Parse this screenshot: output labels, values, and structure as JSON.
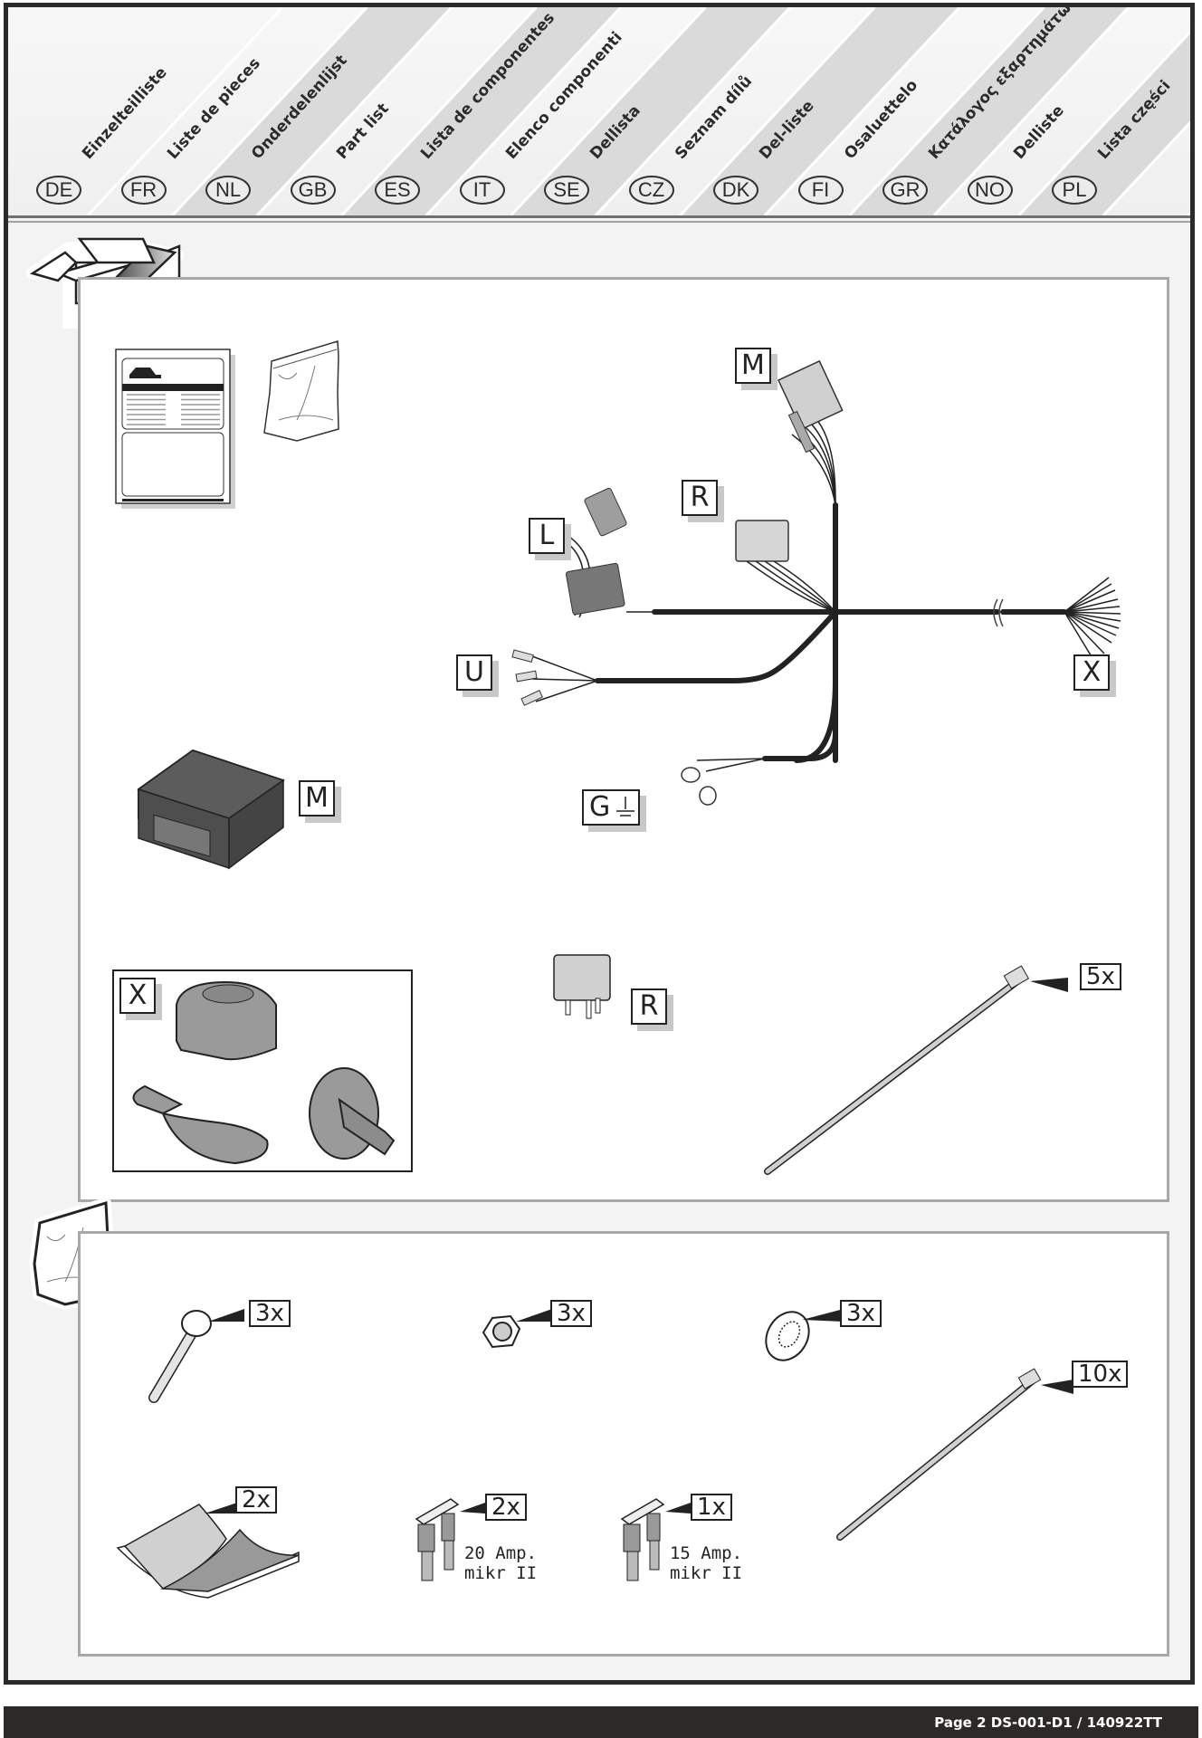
{
  "header": {
    "languages": [
      {
        "code": "DE",
        "label": "Einzelteilliste"
      },
      {
        "code": "FR",
        "label": "Liste de pieces"
      },
      {
        "code": "NL",
        "label": "Onderdelenlijst"
      },
      {
        "code": "GB",
        "label": "Part list"
      },
      {
        "code": "ES",
        "label": "Lista de componentes"
      },
      {
        "code": "IT",
        "label": "Elenco componenti"
      },
      {
        "code": "SE",
        "label": "Dellista"
      },
      {
        "code": "CZ",
        "label": "Seznam dílů"
      },
      {
        "code": "DK",
        "label": "Del-liste"
      },
      {
        "code": "FI",
        "label": "Osaluettelo"
      },
      {
        "code": "GR",
        "label": "Κατάλογος εξαρτημάτων"
      },
      {
        "code": "NO",
        "label": "Delliste"
      },
      {
        "code": "PL",
        "label": "Lista części"
      }
    ]
  },
  "box_section": {
    "harness_labels": {
      "M": "M",
      "R": "R",
      "L": "L",
      "U": "U",
      "X": "X",
      "G": "G"
    },
    "module_label": "M",
    "socket_label": "X",
    "relay_label": "R",
    "cable_tie_qty": "5x"
  },
  "bag_section": {
    "screw_qty": "3x",
    "nut_qty": "3x",
    "washer_qty": "3x",
    "cable_tie_qty": "10x",
    "adhesive_pad_qty": "2x",
    "fuse_20": {
      "qty": "2x",
      "line1": "20 Amp.",
      "line2": "mikr II"
    },
    "fuse_15": {
      "qty": "1x",
      "line1": "15 Amp.",
      "line2": "mikr II"
    }
  },
  "footer": {
    "text": "Page 2  DS-001-D1 / 140922TT"
  }
}
